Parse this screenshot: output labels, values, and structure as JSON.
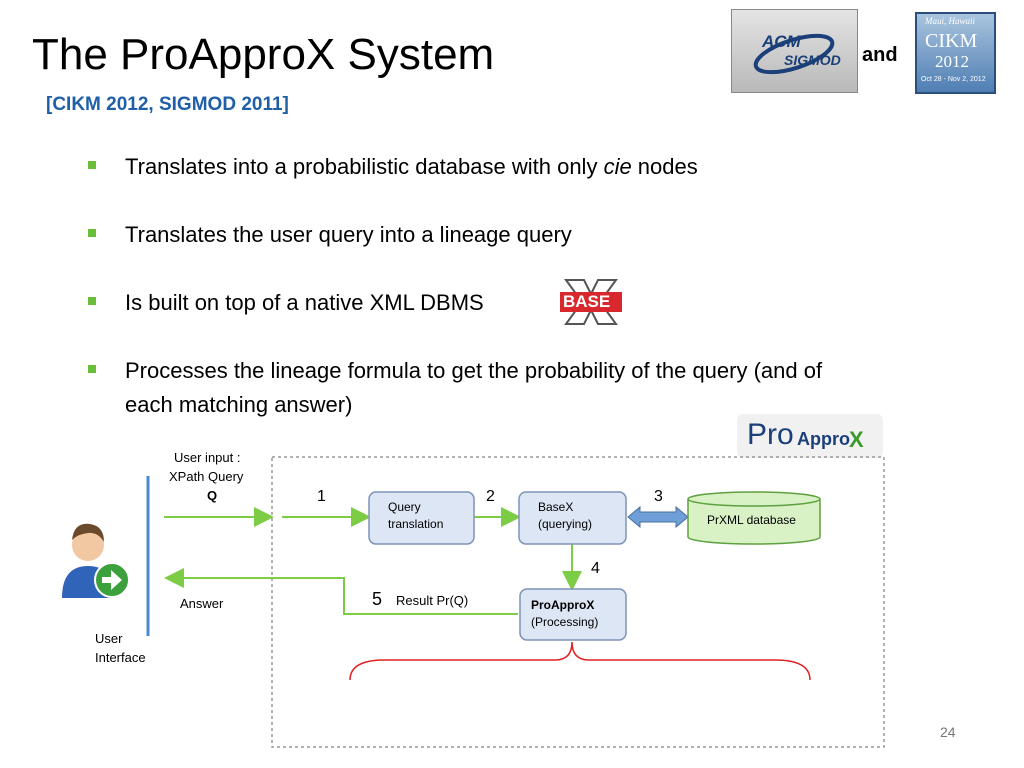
{
  "title": "The ProApproX System",
  "subtitle": "[CIKM 2012, SIGMOD 2011]",
  "logos": {
    "sigmod_text_1": "ACM",
    "sigmod_text_2": "SIGMOD",
    "connector": "and",
    "cikm_place": "Maui, Hawaii",
    "cikm_name": "CIKM",
    "cikm_year": "2012",
    "cikm_dates": "Oct 28 - Nov 2, 2012",
    "basex_text": "BASE",
    "proapprox_pro": "Pro",
    "proapprox_approx": "Appro",
    "proapprox_x": "X"
  },
  "bullets": [
    {
      "pre": "Translates into a probabilistic database with only ",
      "em": "cie",
      "post": " nodes"
    },
    {
      "text": "Translates the user query into a lineage query"
    },
    {
      "text": "Is built on top of a native XML DBMS"
    },
    {
      "text": "Processes the lineage formula to get the probability of the query (and of each matching answer)"
    }
  ],
  "diagram": {
    "user_input_line1": "User input :",
    "user_input_line2": "XPath Query",
    "user_input_line3": "Q",
    "answer": "Answer",
    "ui_line1": "User",
    "ui_line2": "Interface",
    "step1": "1",
    "step2": "2",
    "step3": "3",
    "step4": "4",
    "step5": "5",
    "result": "Result Pr(Q)",
    "query_translation_1": "Query",
    "query_translation_2": "translation",
    "basex_1": "BaseX",
    "basex_2": "(querying)",
    "prxml": "PrXML database",
    "proapprox_1": "ProApproX",
    "proapprox_2": "(Processing)"
  },
  "colors": {
    "accent_blue": "#1f5fa8",
    "bullet_green": "#6abf3a",
    "arrow_green": "#7ccc45",
    "box_fill": "#dde6f4",
    "box_border": "#7e93b7",
    "db_fill": "#d8f1c5",
    "brace_red": "#e02020"
  },
  "page_number": "24"
}
